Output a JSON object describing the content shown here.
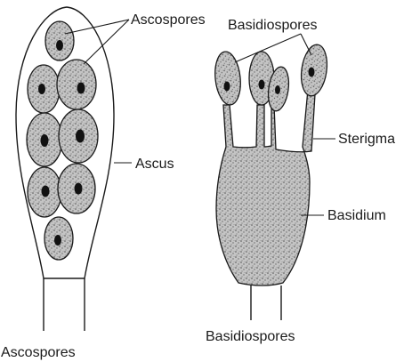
{
  "labels": {
    "ascospores_top": "Ascospores",
    "ascus": "Ascus",
    "ascospores_bottom": "Ascospores",
    "basidiospores_top": "Basidiospores",
    "sterigma": "Sterigma",
    "basidium": "Basidium",
    "basidiospores_bottom": "Basidiospores"
  },
  "colors": {
    "stipple_fill": "#b9b9b9",
    "nucleus": "#111111",
    "ink": "#1a1a1a"
  },
  "counts": {
    "ascospores_in_ascus": 8,
    "basidiospores_on_basidium": 4
  }
}
